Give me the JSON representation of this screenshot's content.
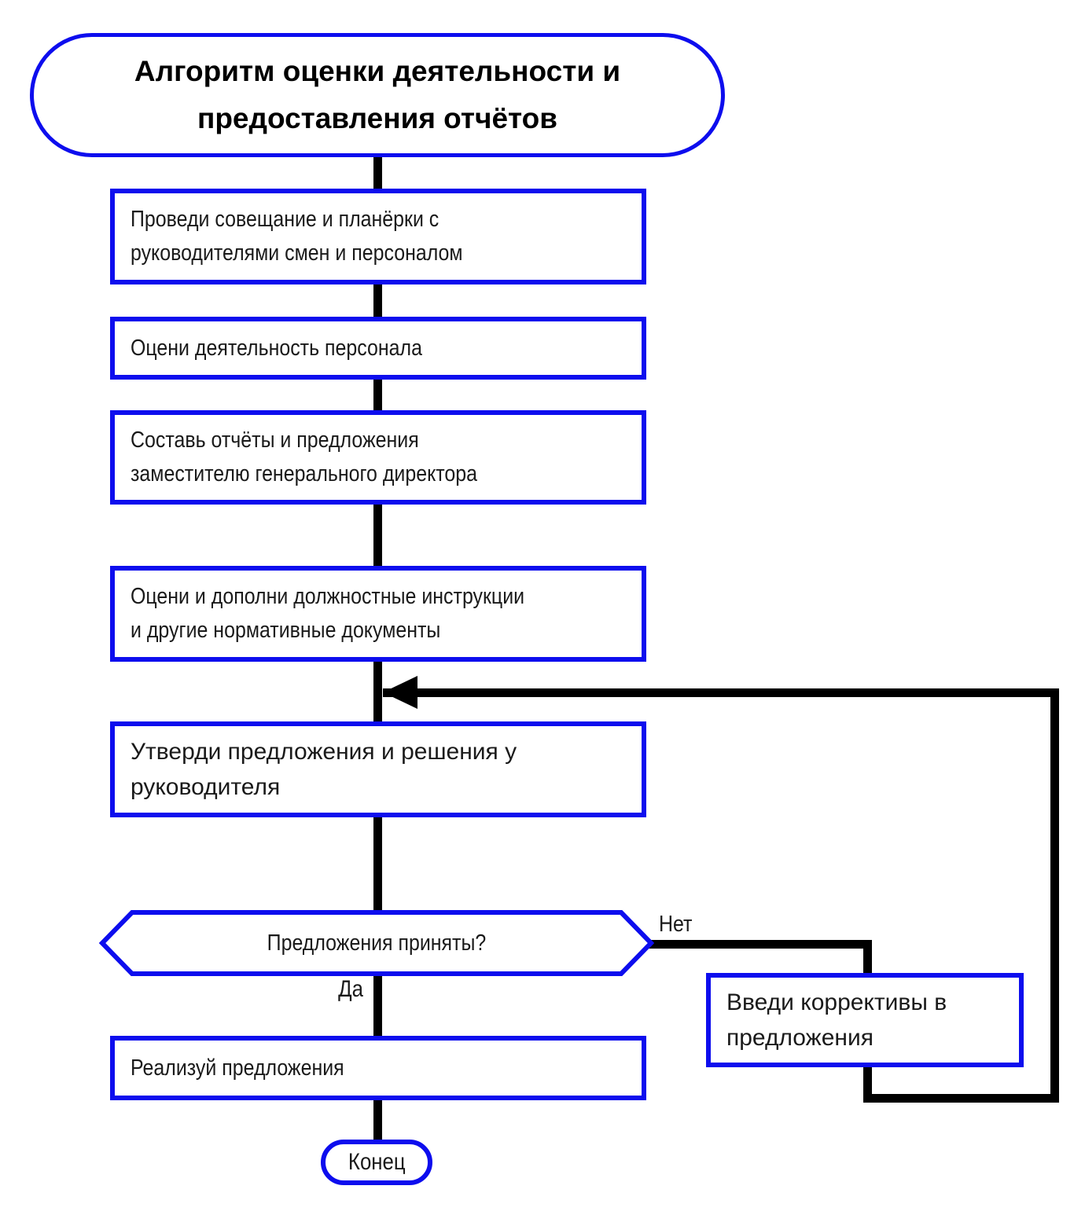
{
  "diagram": {
    "type": "flowchart",
    "accent_color": "#0d0dee",
    "connector_color": "#000000",
    "nodes": {
      "start": {
        "shape": "stadium",
        "label": "Алгоритм оценки деятельности и\nпредоставления отчётов"
      },
      "step1": {
        "shape": "process",
        "label": "Проведи совещание и планёрки с\nруководителями смен и персоналом"
      },
      "step2": {
        "shape": "process",
        "label": "Оцени деятельность персонала"
      },
      "step3": {
        "shape": "process",
        "label": "Составь отчёты и предложения\nзаместителю генерального директора"
      },
      "step4": {
        "shape": "process",
        "label": "Оцени и дополни должностные инструкции\nи другие нормативные документы"
      },
      "step5": {
        "shape": "process",
        "label": "Утверди предложения и решения у\nруководителя"
      },
      "decision": {
        "shape": "hexagon",
        "label": "Предложения приняты?"
      },
      "fix": {
        "shape": "process",
        "label": "Введи коррективы в\nпредложения"
      },
      "step6": {
        "shape": "process",
        "label": "Реализуй предложения"
      },
      "end": {
        "shape": "stadium",
        "label": "Конец"
      }
    },
    "edge_labels": {
      "yes": "Да",
      "no": "Нет"
    }
  }
}
